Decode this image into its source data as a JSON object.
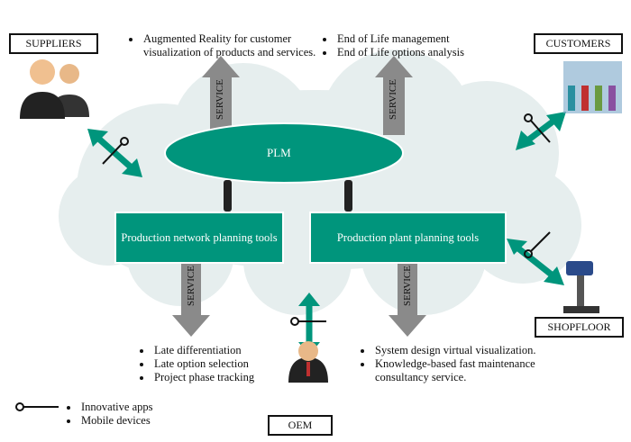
{
  "colors": {
    "accent": "#00957c",
    "cloud": "#e6eeee",
    "service_arrow": "#8a8a8a"
  },
  "actors": {
    "suppliers": "SUPPLIERS",
    "customers": "CUSTOMERS",
    "shopfloor": "SHOPFLOOR",
    "oem": "OEM"
  },
  "plm": "PLM",
  "tools": {
    "network": "Production network planning tools",
    "plant": "Production plant planning tools"
  },
  "service_label": "SERVICE",
  "bullets": {
    "top_left": [
      "Augmented Reality for customer visualization of products and services."
    ],
    "top_right": [
      "End of Life management",
      "End of Life options analysis"
    ],
    "bottom_left": [
      "Late differentiation",
      "Late option selection",
      "Project phase tracking"
    ],
    "bottom_right": [
      "System design virtual visualization.",
      "Knowledge-based fast maintenance consultancy service."
    ]
  },
  "legend": {
    "icon": "key-icon",
    "items": [
      "Innovative apps",
      "Mobile devices"
    ]
  }
}
